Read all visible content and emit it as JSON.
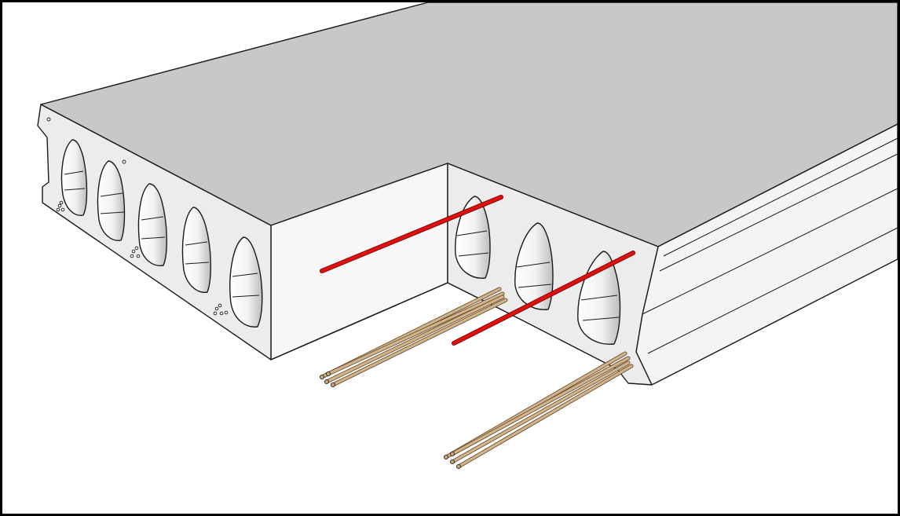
{
  "colors": {
    "frame": "#000000",
    "background": "#ffffff",
    "slab_top": "#c8c8c8",
    "slab_face": "#ececec",
    "slab_side": "#f4f4f4",
    "hole_inner": "#d9d9d9",
    "rebar_red": "#e01010",
    "strand_tan": "#d2b48c",
    "outline": "#1a1a1a"
  },
  "components": [
    {
      "name": "hollow-core-slab-left",
      "hole_count": 5
    },
    {
      "name": "hollow-core-slab-right",
      "hole_count": 3
    },
    {
      "name": "red-rebar",
      "count": 2
    },
    {
      "name": "prestress-strand-bundle",
      "count": 2,
      "strands_per_bundle": 4
    }
  ]
}
